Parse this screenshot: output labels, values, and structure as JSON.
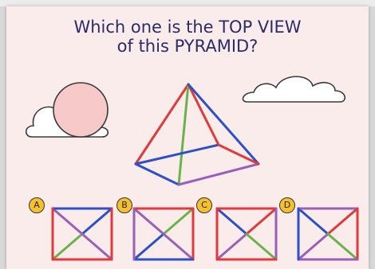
{
  "question": {
    "line1": "Which one is the TOP VIEW",
    "line2": "of this PYRAMID?"
  },
  "colors": {
    "background": "#fbecec",
    "red": "#e23a3a",
    "blue": "#2d4fc7",
    "green": "#6ab34a",
    "purple": "#9a5fb6",
    "badge": "#f5c02b",
    "sun": "#f7c9c9"
  },
  "options": [
    {
      "label": "A",
      "top": "blue",
      "right": "red",
      "bottom": "red",
      "left": "red",
      "diag_tl_br": "purple",
      "diag_tr_bl": "blue",
      "lower_left_diag": "green",
      "lower_right_diag": "purple"
    },
    {
      "label": "B",
      "top": "red",
      "right": "red",
      "bottom": "blue",
      "left": "purple",
      "diag_tl_br": "purple",
      "diag_tr_bl": "green",
      "lower_left_diag": "blue",
      "lower_right_diag": "purple"
    },
    {
      "label": "C",
      "top": "red",
      "right": "purple",
      "bottom": "red",
      "left": "red",
      "diag_tl_br": "blue",
      "diag_tr_bl": "red",
      "lower_left_diag": "purple",
      "lower_right_diag": "green"
    },
    {
      "label": "D",
      "top": "purple",
      "right": "red",
      "bottom": "purple",
      "left": "blue",
      "diag_tl_br": "blue",
      "diag_tr_bl": "red",
      "lower_left_diag": "purple",
      "lower_right_diag": "green"
    }
  ],
  "icons": {
    "cloud_left": "cloud-icon",
    "cloud_right": "cloud-icon",
    "sun": "sun-icon"
  }
}
